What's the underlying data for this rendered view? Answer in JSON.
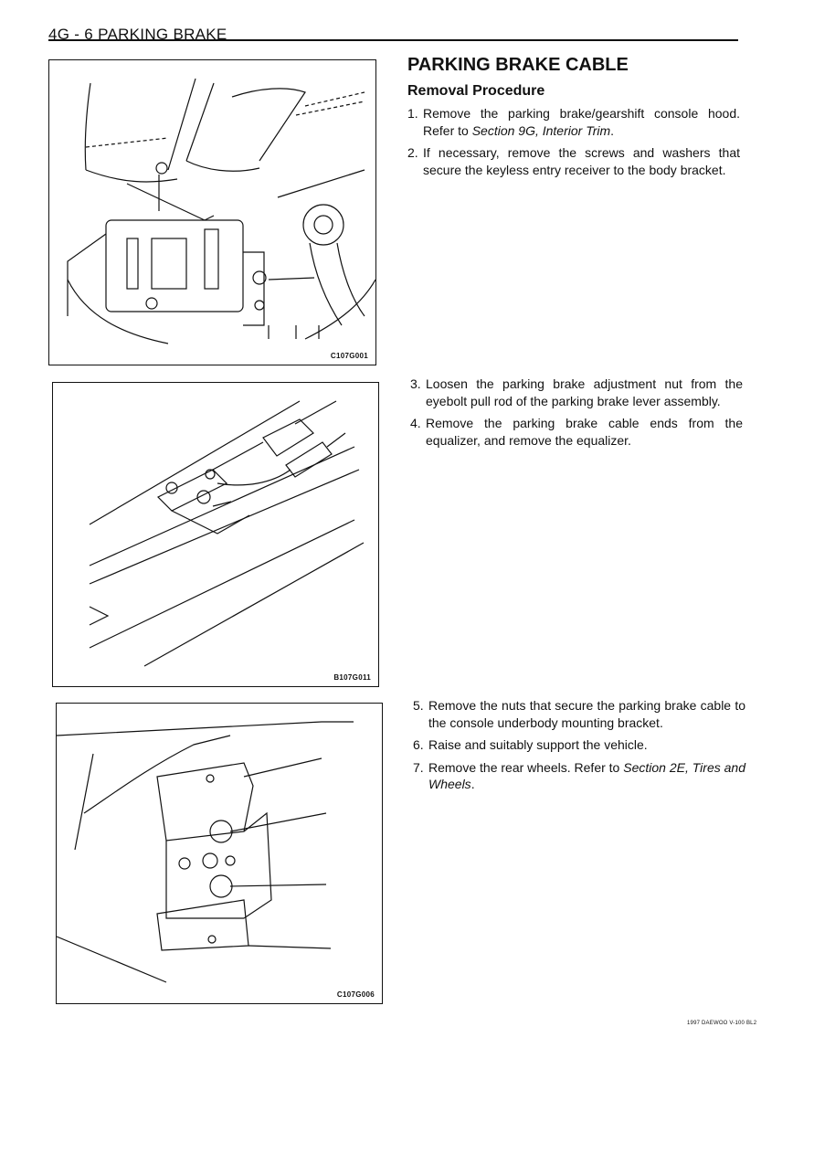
{
  "header": {
    "text": "4G - 6  PARKING BRAKE"
  },
  "section": {
    "title": "PARKING BRAKE CABLE",
    "subtitle": "Removal Procedure"
  },
  "steps": [
    {
      "num": "1.",
      "text": "Remove the parking brake/gearshift console hood. Refer to ",
      "ref": "Section 9G, Interior Trim",
      "end": "."
    },
    {
      "num": "2.",
      "text": "If necessary, remove the screws and washers that secure the keyless entry receiver to the body bracket.",
      "ref": "",
      "end": ""
    },
    {
      "num": "3.",
      "text": "Loosen the parking brake adjustment nut from the eyebolt pull rod of the parking brake lever assembly.",
      "ref": "",
      "end": ""
    },
    {
      "num": "4.",
      "text": "Remove the parking brake cable ends from the equalizer, and remove the equalizer.",
      "ref": "",
      "end": ""
    },
    {
      "num": "5.",
      "text": "Remove the nuts that secure the parking brake cable to the console underbody mounting bracket.",
      "ref": "",
      "end": ""
    },
    {
      "num": "6.",
      "text": "Raise and suitably support the vehicle.",
      "ref": "",
      "end": ""
    },
    {
      "num": "7.",
      "text": "Remove the rear wheels. Refer to ",
      "ref": "Section 2E, Tires and Wheels",
      "end": "."
    }
  ],
  "figures": [
    {
      "code": "C107G001"
    },
    {
      "code": "B107G011"
    },
    {
      "code": "C107G006"
    }
  ],
  "footer": {
    "text": "1997 DAEWOO V-100 BL2"
  }
}
